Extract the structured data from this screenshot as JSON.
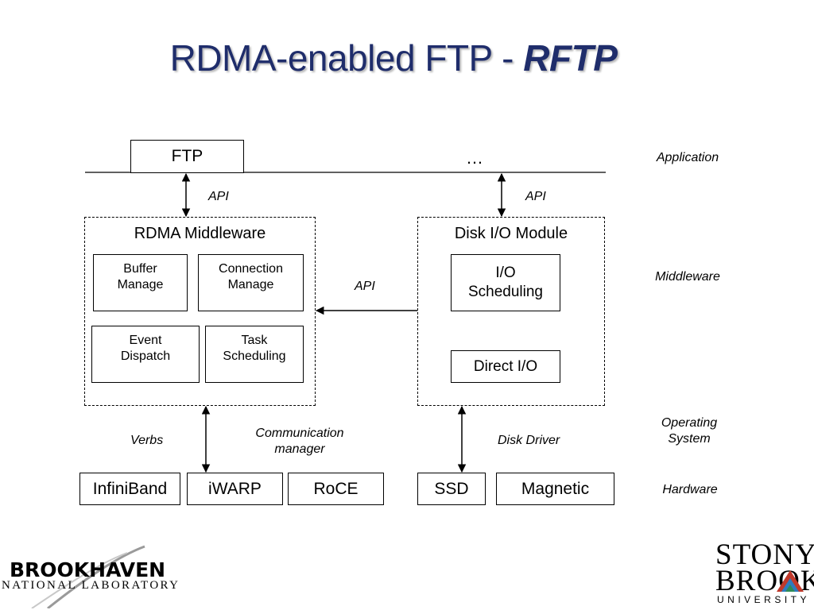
{
  "title": {
    "main": "RDMA-enabled FTP - ",
    "emphasis": "RFTP"
  },
  "layers": {
    "application": "Application",
    "middleware": "Middleware",
    "os_line1": "Operating",
    "os_line2": "System",
    "hardware": "Hardware"
  },
  "top": {
    "ftp": "FTP",
    "ellipsis": "…"
  },
  "api_labels": {
    "left": "API",
    "right": "API",
    "middle": "API"
  },
  "rdma_middleware": {
    "title": "RDMA Middleware",
    "buffer": [
      "Buffer",
      "Manage"
    ],
    "connection": [
      "Connection",
      "Manage"
    ],
    "event": [
      "Event",
      "Dispatch"
    ],
    "task": [
      "Task",
      "Scheduling"
    ]
  },
  "disk_io": {
    "title": "Disk I/O Module",
    "scheduling": [
      "I/O",
      "Scheduling"
    ],
    "direct": "Direct I/O"
  },
  "os_labels": {
    "verbs": "Verbs",
    "comm_line1": "Communication",
    "comm_line2": "manager",
    "disk_driver": "Disk Driver"
  },
  "hardware": {
    "infiniband": "InfiniBand",
    "iwarp": "iWARP",
    "roce": "RoCE",
    "ssd": "SSD",
    "magnetic": "Magnetic"
  },
  "logos": {
    "bnl_top": "BROOKHAVEN",
    "bnl_bottom": "NATIONAL LABORATORY",
    "sb_line1": "STONY",
    "sb_line2": "BROOK",
    "sb_line3": "UNIVERSITY"
  },
  "colors": {
    "title": "#1f2d6b"
  }
}
